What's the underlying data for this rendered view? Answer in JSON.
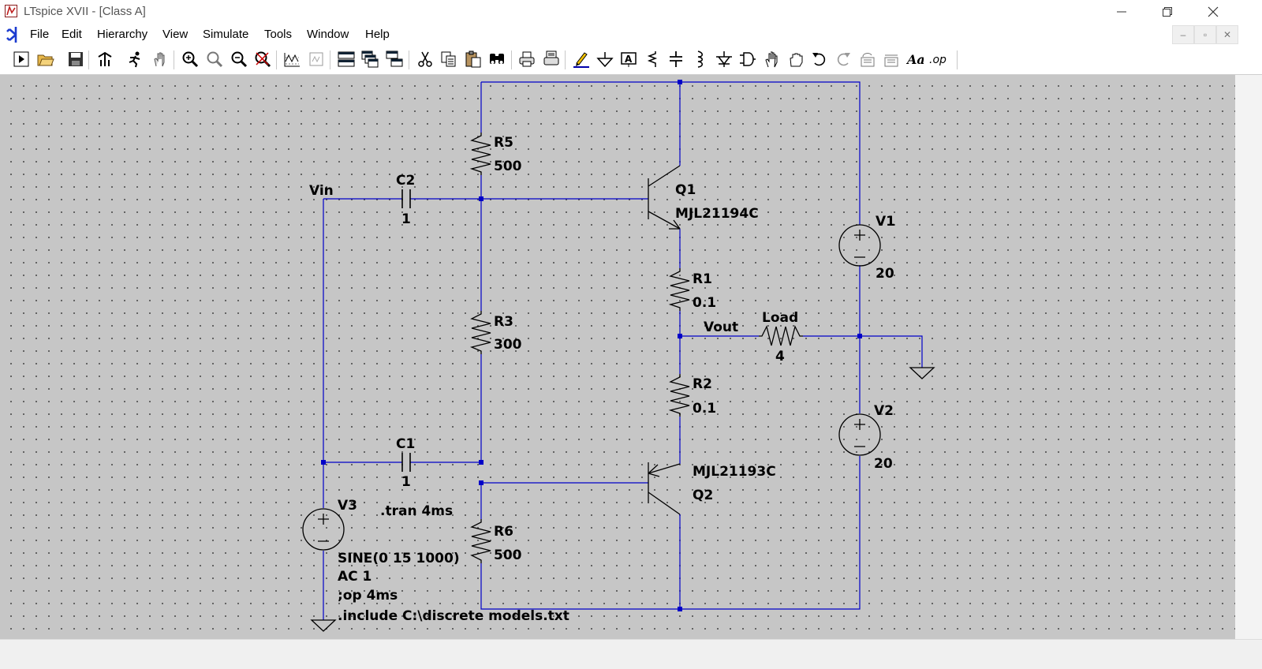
{
  "window": {
    "title": "LTspice XVII - [Class A]"
  },
  "menu": {
    "items": [
      "File",
      "Edit",
      "Hierarchy",
      "View",
      "Simulate",
      "Tools",
      "Window",
      "Help"
    ]
  },
  "toolbar": {
    "icons": [
      "run-icon",
      "open-icon",
      "save-icon",
      "control-panel-icon",
      "run-man-icon",
      "pan-hand-icon",
      "zoom-in-icon",
      "zoom-fit-icon",
      "zoom-out-icon",
      "zoom-cancel-icon",
      "waveform-icon",
      "waveform-dim-icon",
      "tile-horizontal-icon",
      "cascade-icon",
      "tile-vertical-icon",
      "cut-icon",
      "copy-icon",
      "paste-icon",
      "find-icon",
      "print-icon",
      "print-setup-icon",
      "wire-icon",
      "ground-icon",
      "label-icon",
      "resistor-icon",
      "capacitor-icon",
      "inductor-icon",
      "diode-icon",
      "component-icon",
      "move-icon",
      "drag-icon",
      "undo-icon",
      "redo-icon",
      "rotate-icon",
      "mirror-icon",
      "text-icon",
      "spice-directive-icon"
    ]
  },
  "schematic": {
    "labels": {
      "r5_name": "R5",
      "r5_value": "500",
      "c2_name": "C2",
      "c2_value": "1",
      "vin": "Vin",
      "q1_name": "Q1",
      "q1_model": "MJL21194C",
      "v1_name": "V1",
      "v1_value": "20",
      "r1_name": "R1",
      "r1_value": "0.1",
      "r3_name": "R3",
      "r3_value": "300",
      "vout": "Vout",
      "load_name": "Load",
      "load_value": "4",
      "r2_name": "R2",
      "r2_value": "0.1",
      "v2_name": "V2",
      "v2_value": "20",
      "c1_name": "C1",
      "c1_value": "1",
      "q2_model": "MJL21193C",
      "q2_name": "Q2",
      "v3_name": "V3",
      "tran": ".tran 4ms",
      "r6_name": "R6",
      "r6_value": "500",
      "v3_sine": "SINE(0 15 1000)",
      "v3_ac": "AC 1",
      "op_comment": ";op 4ms",
      "include": ".include C:\\discrete models.txt"
    }
  },
  "colors": {
    "wire": "#0000c8",
    "canvas": "#c6c6c6",
    "grid_dot": "#4a4a4a"
  }
}
